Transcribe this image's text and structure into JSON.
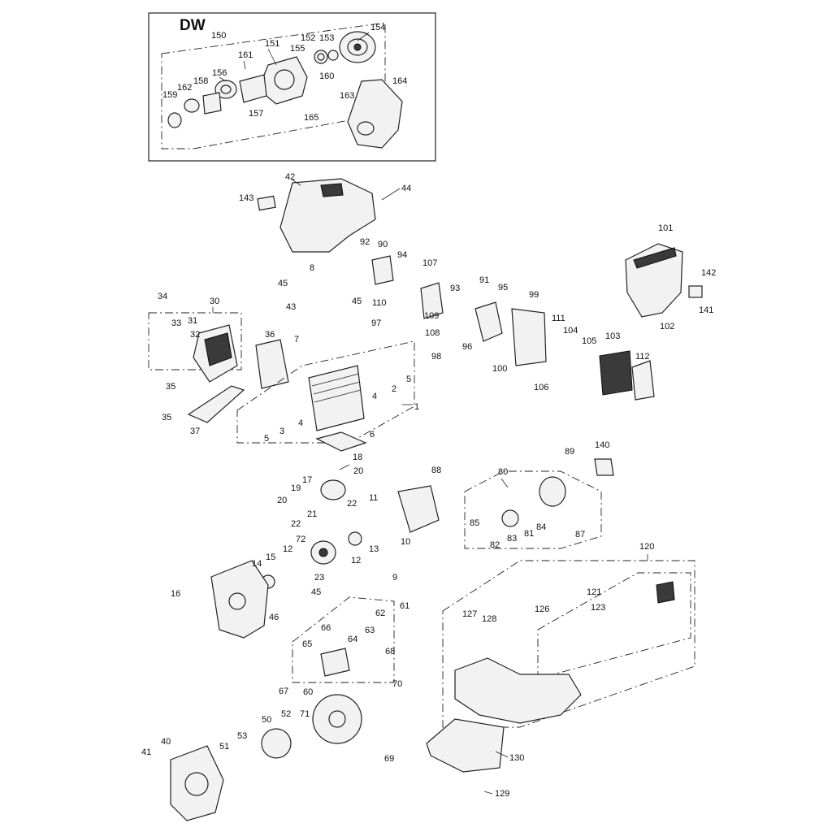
{
  "inset_title": "DW",
  "callouts": [
    "150",
    "151",
    "152",
    "153",
    "154",
    "155",
    "156",
    "157",
    "158",
    "159",
    "160",
    "161",
    "162",
    "163",
    "164",
    "165",
    "42",
    "44",
    "143",
    "101",
    "142",
    "141",
    "102",
    "103",
    "112",
    "105",
    "104",
    "111",
    "106",
    "99",
    "100",
    "107",
    "108",
    "109",
    "110",
    "90",
    "91",
    "92",
    "93",
    "94",
    "95",
    "96",
    "97",
    "98",
    "8",
    "45",
    "43",
    "7",
    "30",
    "31",
    "32",
    "33",
    "34",
    "35",
    "36",
    "37",
    "1",
    "2",
    "3",
    "4",
    "5",
    "6",
    "17",
    "18",
    "19",
    "20",
    "21",
    "22",
    "23",
    "12",
    "13",
    "72",
    "14",
    "15",
    "9",
    "11",
    "10",
    "88",
    "80",
    "81",
    "82",
    "83",
    "84",
    "85",
    "87",
    "89",
    "140",
    "16",
    "46",
    "61",
    "62",
    "63",
    "64",
    "65",
    "66",
    "67",
    "68",
    "60",
    "70",
    "71",
    "69",
    "50",
    "51",
    "52",
    "53",
    "40",
    "41",
    "120",
    "121",
    "123",
    "126",
    "127",
    "128",
    "130",
    "129"
  ]
}
